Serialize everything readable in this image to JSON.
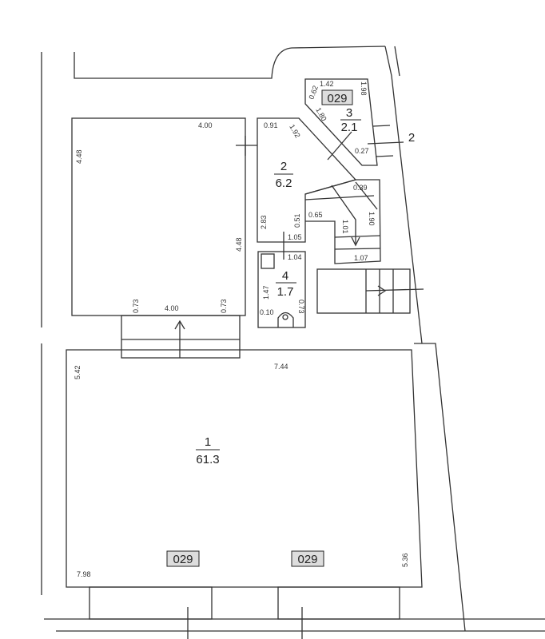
{
  "rooms": [
    {
      "number": "1",
      "area": "61.3"
    },
    {
      "number": "2",
      "area": "6.2"
    },
    {
      "number": "3",
      "area": "2.1"
    },
    {
      "number": "4",
      "area": "1.7"
    }
  ],
  "codes": {
    "room3": "029",
    "bottom_left": "029",
    "bottom_right": "029"
  },
  "callout": "2",
  "dims": {
    "upper_top": "4.00",
    "upper_left": "4.48",
    "upper_right": "4.48",
    "door_left": "0.73",
    "door_width": "4.00",
    "door_right": "0.73",
    "big_left": "5.42",
    "big_top": "7.44",
    "big_bottom": "7.98",
    "big_right": "5.36",
    "r2_top": "0.91",
    "r2_diag": "1.92",
    "r2_left": "2.83",
    "r2_inner": "0.51",
    "r2_bottom": "1.05",
    "r3_top": "1.42",
    "r3_left": "0.62",
    "r3_right": "1.98",
    "r3_diag": "1.80",
    "r3_bottom": "0.27",
    "st_top": "0.39",
    "st_step": "0.65",
    "st_mid": "1.01",
    "st_right": "1.90",
    "st_bottom": "1.07",
    "r4_top": "1.04",
    "r4_left": "1.47",
    "r4_bl": "0.10",
    "r4_right": "0.73"
  }
}
